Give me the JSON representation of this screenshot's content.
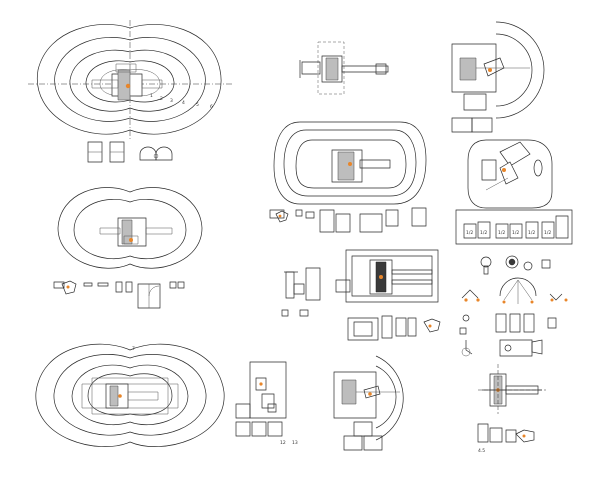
{
  "drawing": {
    "background": "#ffffff",
    "line_color": "#2a2a2a",
    "accent_color": "#e8862a",
    "contour_labels": [
      "1",
      "2",
      "3",
      "4",
      "5",
      "6",
      "7"
    ],
    "bin_labels": [
      "1/2",
      "1/2",
      "1/2",
      "1/2",
      "1/2",
      "1/2"
    ],
    "small_labels": [
      "12",
      "13",
      "4.5"
    ]
  }
}
